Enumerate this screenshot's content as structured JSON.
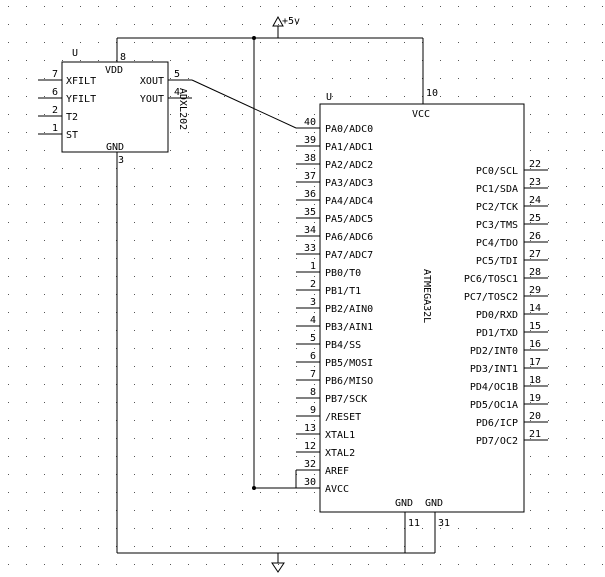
{
  "power": {
    "vcc_label": "+5v"
  },
  "adxl": {
    "designator": "U",
    "part_name": "ADXL202",
    "vdd": {
      "label": "VDD",
      "pin": "8"
    },
    "gnd": {
      "label": "GND",
      "pin": "3"
    },
    "left_pins": [
      {
        "label": "XFILT",
        "pin": "7"
      },
      {
        "label": "YFILT",
        "pin": "6"
      },
      {
        "label": "T2",
        "pin": "2"
      },
      {
        "label": "ST",
        "pin": "1"
      }
    ],
    "right_pins": [
      {
        "label": "XOUT",
        "pin": "5"
      },
      {
        "label": "YOUT",
        "pin": "4"
      }
    ]
  },
  "mcu": {
    "designator": "U",
    "part_name": "ATMEGA32L",
    "vcc": {
      "label": "VCC",
      "pin": "10"
    },
    "gnd": [
      {
        "label": "GND",
        "pin": "11"
      },
      {
        "label": "GND",
        "pin": "31"
      }
    ],
    "left_pins": [
      {
        "label": "PA0/ADC0",
        "pin": "40"
      },
      {
        "label": "PA1/ADC1",
        "pin": "39"
      },
      {
        "label": "PA2/ADC2",
        "pin": "38"
      },
      {
        "label": "PA3/ADC3",
        "pin": "37"
      },
      {
        "label": "PA4/ADC4",
        "pin": "36"
      },
      {
        "label": "PA5/ADC5",
        "pin": "35"
      },
      {
        "label": "PA6/ADC6",
        "pin": "34"
      },
      {
        "label": "PA7/ADC7",
        "pin": "33"
      },
      {
        "label": "PB0/T0",
        "pin": "1"
      },
      {
        "label": "PB1/T1",
        "pin": "2"
      },
      {
        "label": "PB2/AIN0",
        "pin": "3"
      },
      {
        "label": "PB3/AIN1",
        "pin": "4"
      },
      {
        "label": "PB4/SS",
        "pin": "5"
      },
      {
        "label": "PB5/MOSI",
        "pin": "6"
      },
      {
        "label": "PB6/MISO",
        "pin": "7"
      },
      {
        "label": "PB7/SCK",
        "pin": "8"
      },
      {
        "label": "/RESET",
        "pin": "9"
      },
      {
        "label": "XTAL1",
        "pin": "13"
      },
      {
        "label": "XTAL2",
        "pin": "12"
      },
      {
        "label": "AREF",
        "pin": "32"
      },
      {
        "label": "AVCC",
        "pin": "30"
      }
    ],
    "right_pins": [
      {
        "label": "PC0/SCL",
        "pin": "22"
      },
      {
        "label": "PC1/SDA",
        "pin": "23"
      },
      {
        "label": "PC2/TCK",
        "pin": "24"
      },
      {
        "label": "PC3/TMS",
        "pin": "25"
      },
      {
        "label": "PC4/TDO",
        "pin": "26"
      },
      {
        "label": "PC5/TDI",
        "pin": "27"
      },
      {
        "label": "PC6/TOSC1",
        "pin": "28"
      },
      {
        "label": "PC7/TOSC2",
        "pin": "29"
      },
      {
        "label": "PD0/RXD",
        "pin": "14"
      },
      {
        "label": "PD1/TXD",
        "pin": "15"
      },
      {
        "label": "PD2/INT0",
        "pin": "16"
      },
      {
        "label": "PD3/INT1",
        "pin": "17"
      },
      {
        "label": "PD4/OC1B",
        "pin": "18"
      },
      {
        "label": "PD5/OC1A",
        "pin": "19"
      },
      {
        "label": "PD6/ICP",
        "pin": "20"
      },
      {
        "label": "PD7/OC2",
        "pin": "21"
      }
    ]
  }
}
